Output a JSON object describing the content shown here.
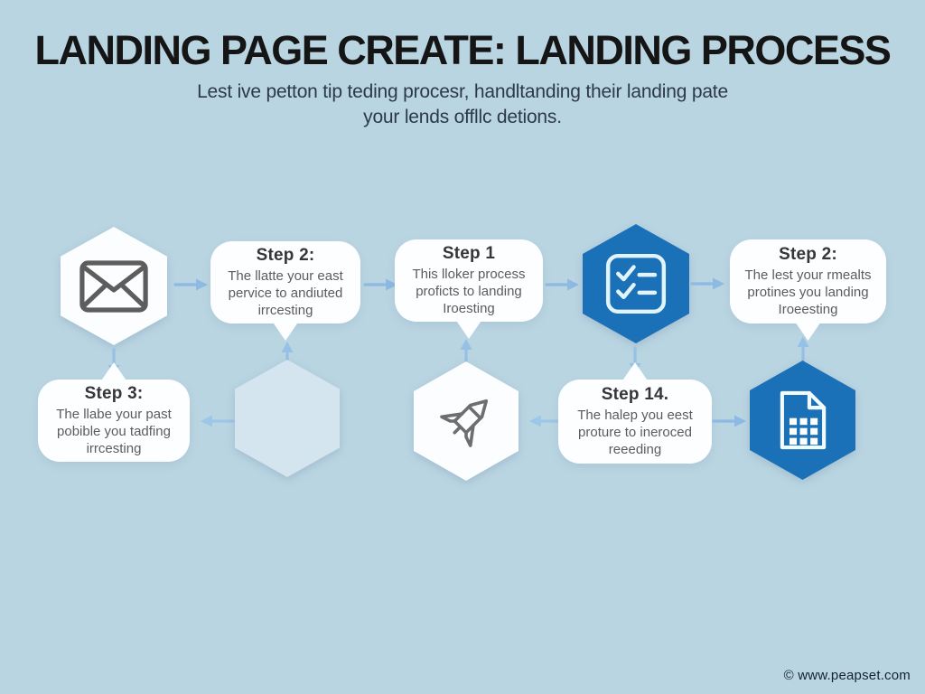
{
  "header": {
    "title": "LANDING PAGE CREATE: LANDING PROCESS",
    "subtitle": "Lest ive petton tip teding procesr, handltanding their landing pate\nyour lends offllc detions."
  },
  "diagram": {
    "bubbles": [
      {
        "heading": "Step 2:",
        "body": "The llatte your east\npervice to andiuted\nirrcesting"
      },
      {
        "heading": "Step 1",
        "body": "This lloker process\nproficts to landing\nIroesting"
      },
      {
        "heading": "Step 2:",
        "body": "The lest your rmealts\nprotines you landing\nIroeesting"
      },
      {
        "heading": "Step 3:",
        "body": "The llabe your past\npobible you tadfing\nirrcesting"
      },
      {
        "heading": "Step 14.",
        "body": "The halep you eest\nproture to ineroced\nreeeding"
      }
    ],
    "hexagons": [
      {
        "icon": "envelope-icon",
        "fill": "#fcfdfe"
      },
      {
        "icon": "checklist-icon",
        "fill": "#1b71b8"
      },
      {
        "icon": "none",
        "fill": "#d5e5f0"
      },
      {
        "icon": "rocket-icon",
        "fill": "#fcfdfe"
      },
      {
        "icon": "spreadsheet-document-icon",
        "fill": "#1b71b8"
      }
    ]
  },
  "colors": {
    "background": "#bad5e2",
    "accent_blue": "#1b71b8",
    "light_hexagon": "#d5e5f0",
    "arrow": "#8db9e2",
    "bubble": "#fdfeff",
    "title_text": "#151515",
    "subtitle_text": "#2b3a46"
  },
  "footer": {
    "watermark": "© www.peapset.com"
  }
}
